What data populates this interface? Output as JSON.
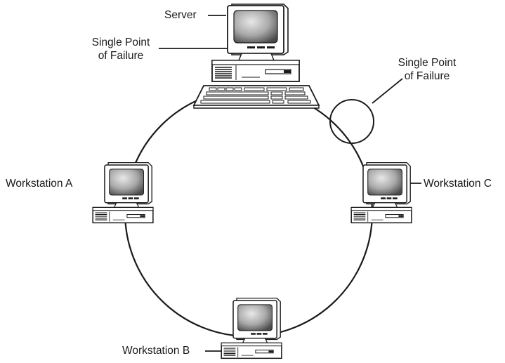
{
  "labels": {
    "server": "Server",
    "spof_server_line1": "Single Point",
    "spof_server_line2": "of Failure",
    "spof_ring_line1": "Single Point",
    "spof_ring_line2": "of Failure",
    "workstation_a": "Workstation A",
    "workstation_b": "Workstation B",
    "workstation_c": "Workstation C"
  },
  "nodes": [
    {
      "id": "server",
      "icon": "server-computer-icon"
    },
    {
      "id": "workstation-a",
      "icon": "workstation-computer-icon"
    },
    {
      "id": "workstation-b",
      "icon": "workstation-computer-icon"
    },
    {
      "id": "workstation-c",
      "icon": "workstation-computer-icon"
    }
  ],
  "colors": {
    "line": "#1a1a1a",
    "screen_dark": "#555555",
    "screen_light": "#d8d8d8",
    "case_fill": "#ffffff"
  }
}
